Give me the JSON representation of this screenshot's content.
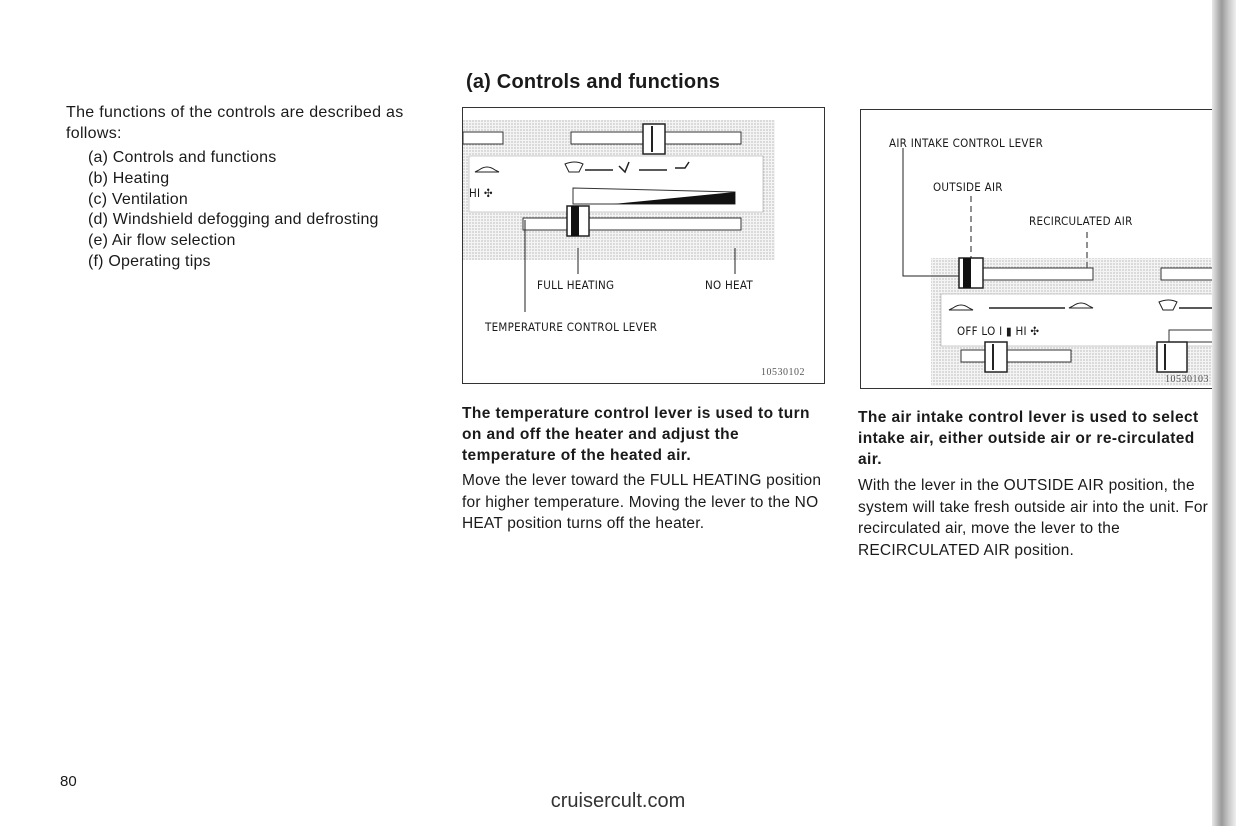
{
  "intro": "The functions of the controls are described as follows:",
  "toc": [
    "(a) Controls and functions",
    "(b) Heating",
    "(c) Ventilation",
    "(d) Windshield defogging and defrosting",
    "(e) Air flow selection",
    "(f) Operating tips"
  ],
  "section_title": "(a) Controls and functions",
  "figure1": {
    "full_heating": "FULL HEATING",
    "no_heat": "NO HEAT",
    "temp_lever": "TEMPERATURE CONTROL LEVER",
    "fan_label": "HI",
    "code": "10530102"
  },
  "figure2": {
    "air_intake": "AIR INTAKE CONTROL LEVER",
    "outside_air": "OUTSIDE AIR",
    "recirculated_air": "RECIRCULATED AIR",
    "fan_scale": "OFF  LO  I   ▮  HI",
    "code": "10530103"
  },
  "col1": {
    "bold": "The temperature control lever is used to turn on and off the heater and adjust the temperature of the heated air.",
    "body": "Move the lever toward the FULL HEATING position for higher temperature. Moving the lever to the NO HEAT position turns off the heater."
  },
  "col2": {
    "bold": "The air intake control lever is used to select intake air, either outside air or re-circulated air.",
    "body": "With the lever in the OUTSIDE AIR position, the system will take fresh outside air into the unit. For recirculated air, move the lever to the RECIRCULATED AIR position."
  },
  "page_number": "80",
  "footer": "cruisercult.com"
}
